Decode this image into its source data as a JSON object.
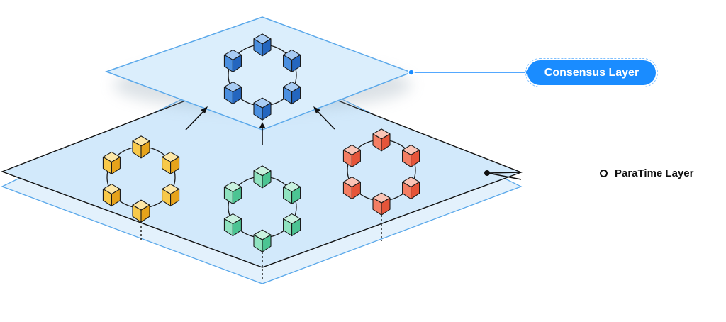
{
  "labels": {
    "consensus_layer": "Consensus Layer",
    "paratime_layer": "ParaTime Layer"
  },
  "colors": {
    "plane_fill": "#d2e9fb",
    "plane_stroke": "#5aa8ea",
    "consensus_accent": "#1a8cff",
    "cube_blue": "#3f8be0",
    "cube_yellow": "#f6bb2a",
    "cube_green": "#5fd6a6",
    "cube_red": "#f2684f"
  },
  "rings": [
    {
      "name": "consensus-ring",
      "color": "blue"
    },
    {
      "name": "paratime-ring-yellow",
      "color": "yellow"
    },
    {
      "name": "paratime-ring-green",
      "color": "green"
    },
    {
      "name": "paratime-ring-red",
      "color": "red"
    }
  ]
}
